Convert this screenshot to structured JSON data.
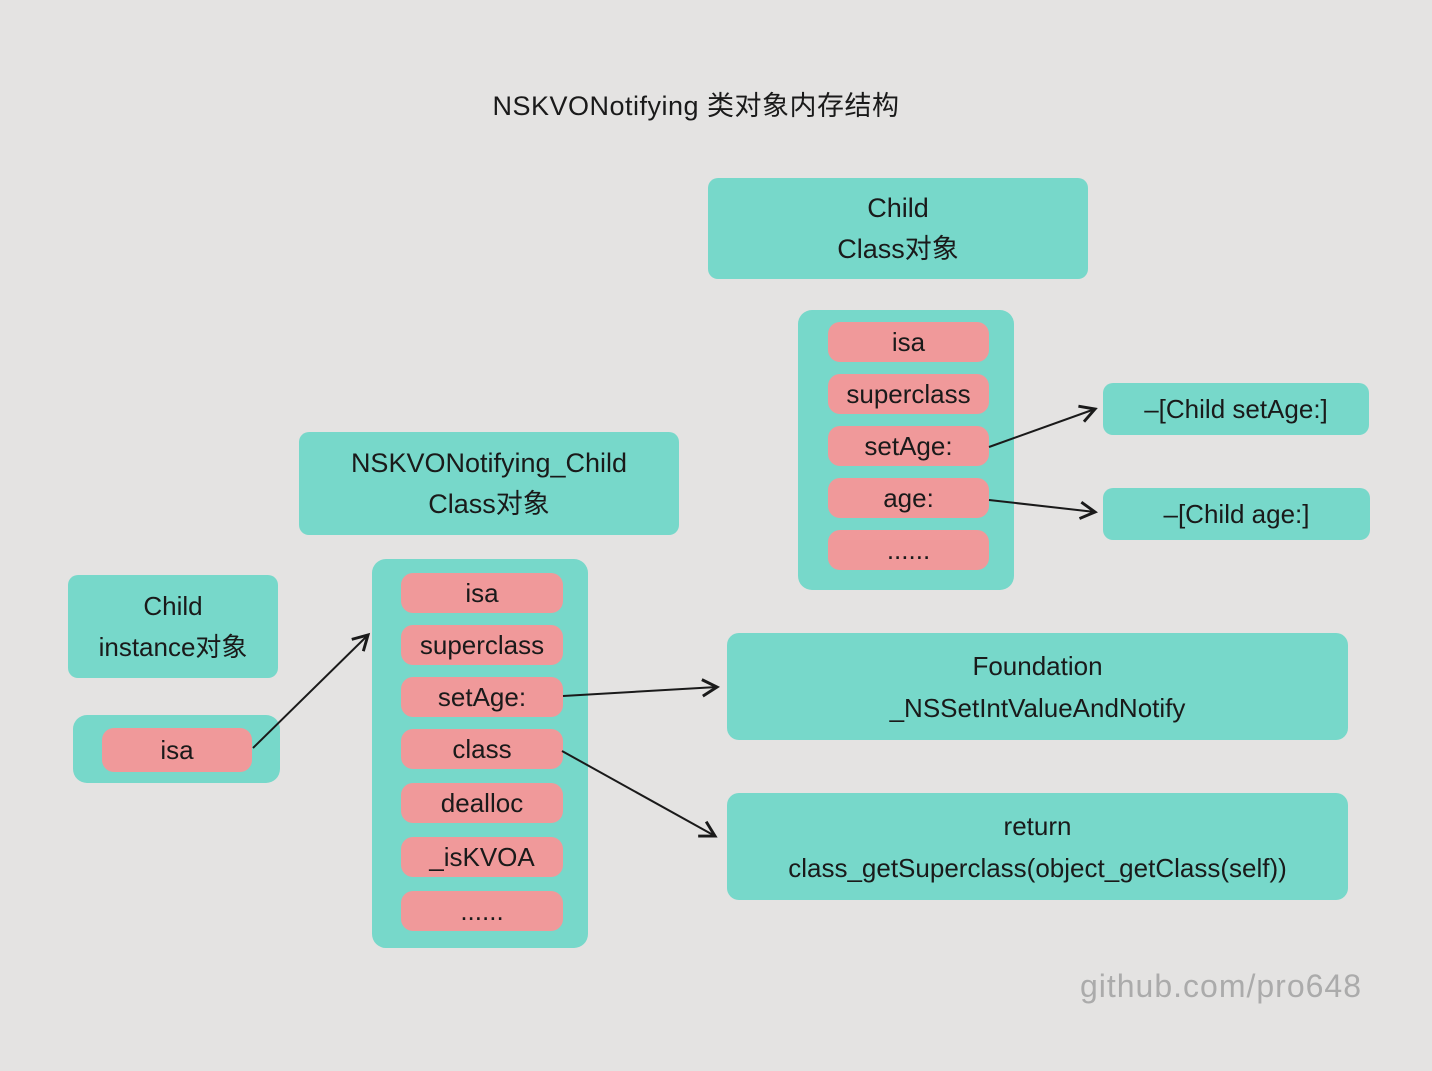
{
  "title": "NSKVONotifying 类对象内存结构",
  "watermark": "github.com/pro648",
  "colors": {
    "background": "#e4e3e2",
    "teal": "#77d8ca",
    "pink": "#f0999a",
    "text": "#1a1a1a",
    "watermark": "#ababab",
    "arrow": "#1a1a1a"
  },
  "child_instance": {
    "header_lines": [
      "Child",
      "instance对象"
    ],
    "rows": [
      "isa"
    ]
  },
  "nskvo_child": {
    "header_lines": [
      "NSKVONotifying_Child",
      "Class对象"
    ],
    "rows": [
      "isa",
      "superclass",
      "setAge:",
      "class",
      "dealloc",
      "_isKVOA",
      "......"
    ]
  },
  "child_class": {
    "header_lines": [
      "Child",
      "Class对象"
    ],
    "rows": [
      "isa",
      "superclass",
      "setAge:",
      "age:",
      "......"
    ]
  },
  "method_boxes": {
    "set_age": "–[Child setAge:]",
    "age": "–[Child age:]"
  },
  "foundation_box": {
    "lines": [
      "Foundation",
      "_NSSetIntValueAndNotify"
    ]
  },
  "return_box": {
    "lines": [
      "return",
      "class_getSuperclass(object_getClass(self))"
    ]
  }
}
